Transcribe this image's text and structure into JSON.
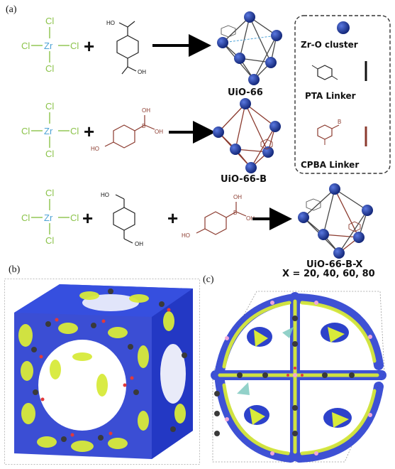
{
  "panels": {
    "a": "(a)",
    "b": "(b)",
    "c": "(c)"
  },
  "precursor": {
    "center": "Zr",
    "ligand": "Cl"
  },
  "linker_text": {
    "ho": "HO",
    "oh": "OH",
    "b": "B"
  },
  "products": {
    "uio66": "UiO-66",
    "uio66b": "UiO-66-B",
    "uio66bx": "UiO-66-B-X",
    "x_values": "X = 20, 40, 60, 80"
  },
  "legend": {
    "cluster": "Zr-O cluster",
    "pta": "PTA Linker",
    "cpba": "CPBA Linker"
  },
  "colors": {
    "chlorine": "#8bc34a",
    "zirconium": "#4fa3d6",
    "cpba": "#8b3a2e",
    "cluster": "#1f3a9e",
    "surface_yellow": "#d8ea3a",
    "surface_blue": "#2238c8"
  }
}
